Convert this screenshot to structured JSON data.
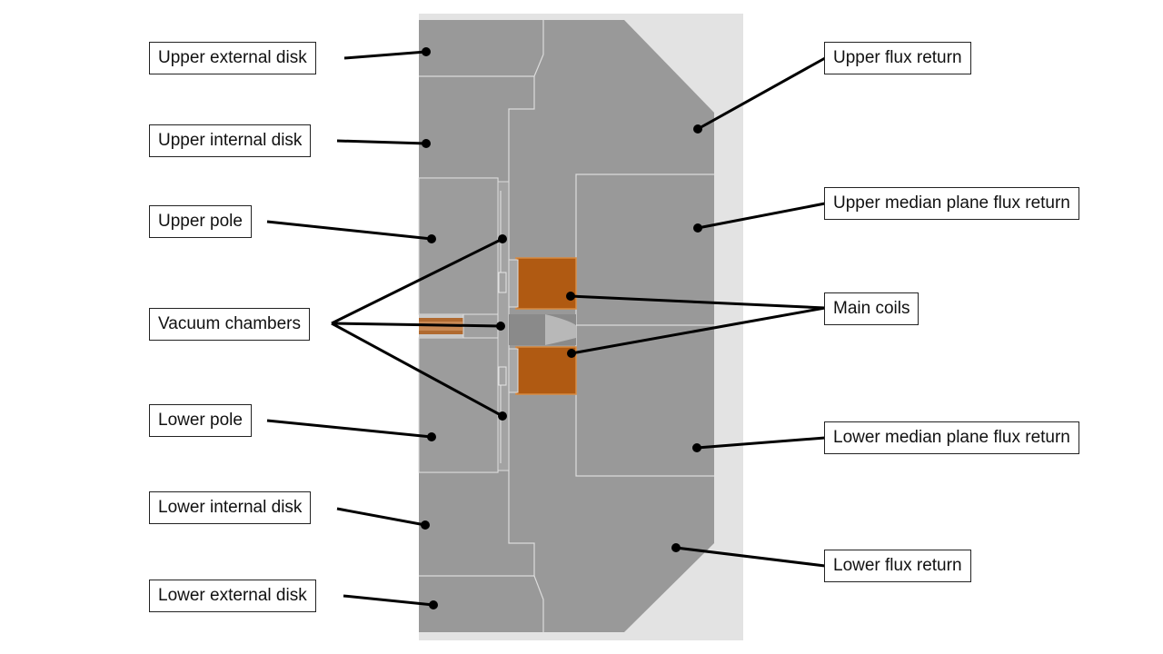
{
  "labels": {
    "upper_external_disk": "Upper external disk",
    "upper_internal_disk": "Upper internal disk",
    "upper_pole": "Upper pole",
    "vacuum_chambers": "Vacuum chambers",
    "lower_pole": "Lower pole",
    "lower_internal_disk": "Lower internal disk",
    "lower_external_disk": "Lower external disk",
    "upper_flux_return": "Upper flux return",
    "upper_median_plane_flux_return": "Upper median plane flux return",
    "main_coils": "Main coils",
    "lower_median_plane_flux_return": "Lower median plane flux return",
    "lower_flux_return": "Lower flux return"
  },
  "colors": {
    "steel": "#999999",
    "steel_edge": "#dcdcdc",
    "background_panel": "#e3e3e3",
    "coil": "#b05a12",
    "coil_edge": "#d88a40",
    "leader": "#000000"
  }
}
